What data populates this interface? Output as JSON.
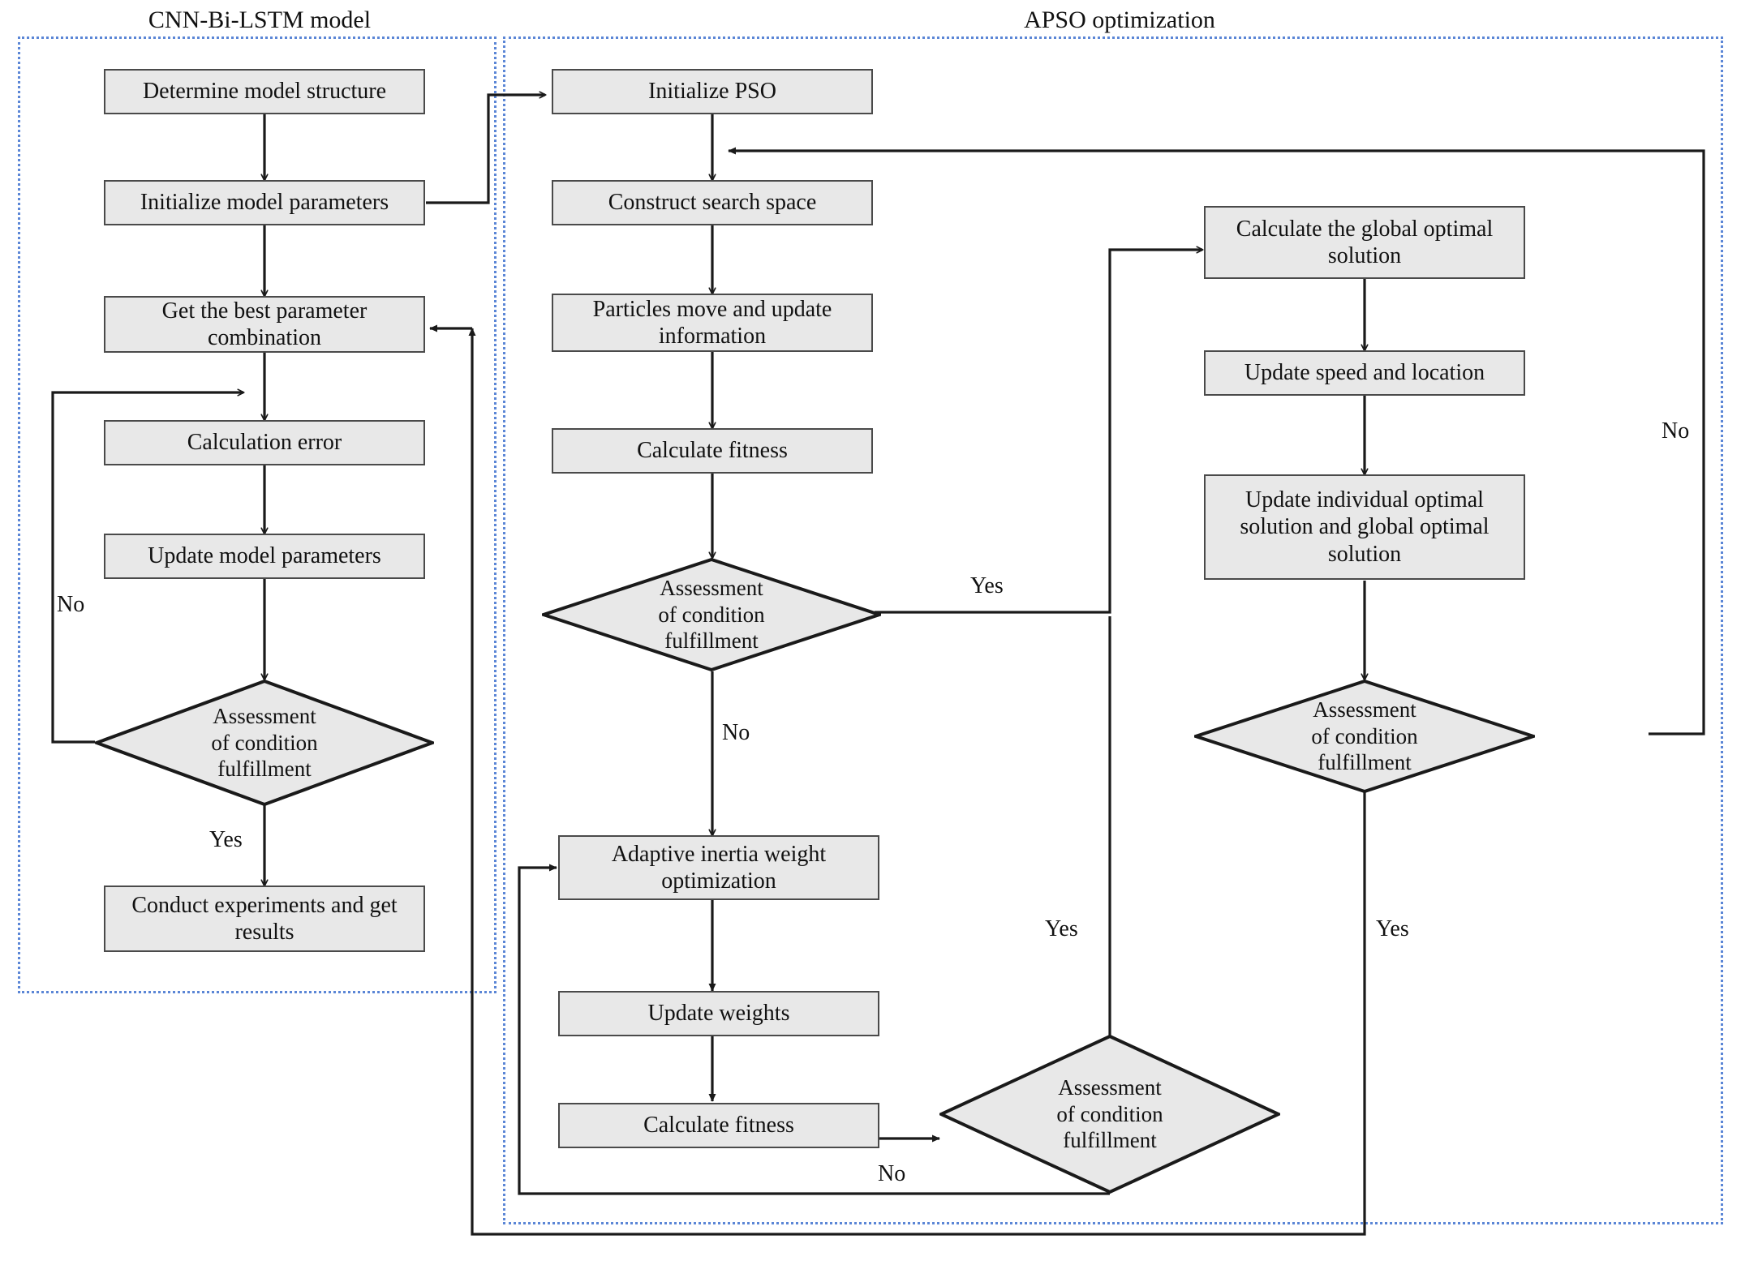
{
  "figure": {
    "type": "flowchart",
    "panels": [
      {
        "id": "left",
        "title": "CNN-Bi-LSTM model"
      },
      {
        "id": "right",
        "title": "APSO optimization"
      }
    ]
  },
  "left_column": {
    "nodes": [
      {
        "id": "determine-model-structure",
        "shape": "process",
        "label": "Determine model structure"
      },
      {
        "id": "initialize-model-parameters",
        "shape": "process",
        "label": "Initialize model parameters"
      },
      {
        "id": "get-best-parameter-combination",
        "shape": "process",
        "label": "Get the best parameter combination"
      },
      {
        "id": "calculation-error",
        "shape": "process",
        "label": "Calculation error"
      },
      {
        "id": "update-model-parameters",
        "shape": "process",
        "label": "Update model parameters"
      },
      {
        "id": "assessment-left",
        "shape": "decision",
        "label": "Assessment\nof condition\nfulfillment"
      },
      {
        "id": "conduct-experiments",
        "shape": "process",
        "label": "Conduct experiments and get results"
      }
    ],
    "edge_labels": [
      {
        "id": "left-no",
        "label": "No"
      },
      {
        "id": "left-yes",
        "label": "Yes"
      }
    ]
  },
  "middle_column": {
    "nodes": [
      {
        "id": "initialize-pso",
        "shape": "process",
        "label": "Initialize PSO"
      },
      {
        "id": "construct-search-space",
        "shape": "process",
        "label": "Construct search space"
      },
      {
        "id": "particles-move-update",
        "shape": "process",
        "label": "Particles move and update information"
      },
      {
        "id": "calculate-fitness-top",
        "shape": "process",
        "label": "Calculate fitness"
      },
      {
        "id": "assessment-middle",
        "shape": "decision",
        "label": "Assessment\nof condition\nfulfillment"
      },
      {
        "id": "adaptive-inertia-weight",
        "shape": "process",
        "label": "Adaptive inertia weight optimization"
      },
      {
        "id": "update-weights",
        "shape": "process",
        "label": "Update weights"
      },
      {
        "id": "calculate-fitness-bottom",
        "shape": "process",
        "label": "Calculate fitness"
      },
      {
        "id": "assessment-bottom",
        "shape": "decision",
        "label": "Assessment\nof condition\nfulfillment"
      }
    ],
    "edge_labels": [
      {
        "id": "middle-yes",
        "label": "Yes"
      },
      {
        "id": "middle-no",
        "label": "No"
      },
      {
        "id": "bottom-yes",
        "label": "Yes"
      },
      {
        "id": "bottom-no",
        "label": "No"
      }
    ]
  },
  "right_column": {
    "nodes": [
      {
        "id": "calculate-global-optimal",
        "shape": "process",
        "label": "Calculate the global optimal solution"
      },
      {
        "id": "update-speed-location",
        "shape": "process",
        "label": "Update speed and location"
      },
      {
        "id": "update-individual-global",
        "shape": "process",
        "label": "Update individual optimal solution and global optimal solution"
      },
      {
        "id": "assessment-right",
        "shape": "decision",
        "label": "Assessment\nof condition\nfulfillment"
      }
    ],
    "edge_labels": [
      {
        "id": "right-no",
        "label": "No"
      },
      {
        "id": "right-yes",
        "label": "Yes"
      }
    ]
  },
  "style": {
    "node_fill": "#e8e8e8",
    "node_stroke": "#4a4a4a",
    "diamond_stroke": "#1a1a1a",
    "connector_color": "#1a1a1a",
    "panel_border_color": "#5b86d6",
    "background": "#ffffff"
  }
}
